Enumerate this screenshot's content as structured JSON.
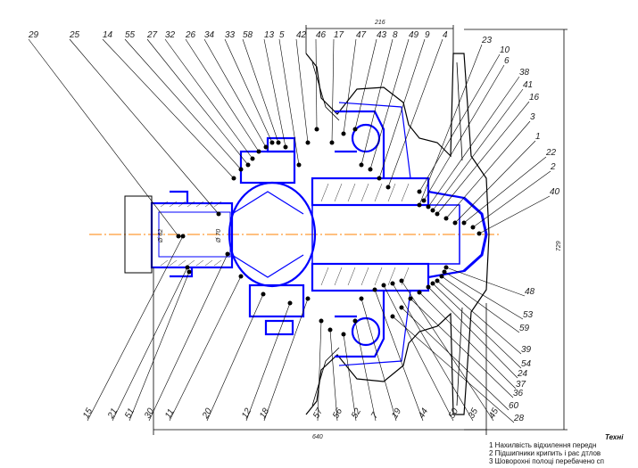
{
  "drawing": {
    "top_labels": [
      "29",
      "25",
      "14",
      "55",
      "27",
      "32",
      "26",
      "34",
      "33",
      "58",
      "13",
      "5",
      "42",
      "46",
      "17",
      "47",
      "43",
      "8",
      "49",
      "9",
      "4"
    ],
    "right_labels_upper": [
      "23",
      "10",
      "6",
      "38",
      "41",
      "16",
      "3",
      "1",
      "22",
      "2",
      "40"
    ],
    "right_labels_lower": [
      "48",
      "53",
      "59",
      "39",
      "54",
      "24",
      "37",
      "36",
      "60",
      "28"
    ],
    "bottom_labels": [
      "15",
      "21",
      "51",
      "30",
      "11",
      "20",
      "12",
      "18",
      "57",
      "56",
      "52",
      "7",
      "19",
      "44",
      "50",
      "35",
      "45"
    ],
    "dimensions": {
      "top": "216",
      "bottom": "640",
      "right": "729"
    },
    "inner_dims": [
      "Ø 62",
      "Ø 70"
    ],
    "colors": {
      "part": "#0000ff",
      "centerline": "#ff8000",
      "outline": "#000000"
    }
  },
  "notes": {
    "title": "Техні",
    "lines": [
      "1 Нахилвість відхилення передн",
      "2 Підшипники крипить і рас дтлов",
      "3 Шоворохні полоці перебачено сп"
    ]
  }
}
